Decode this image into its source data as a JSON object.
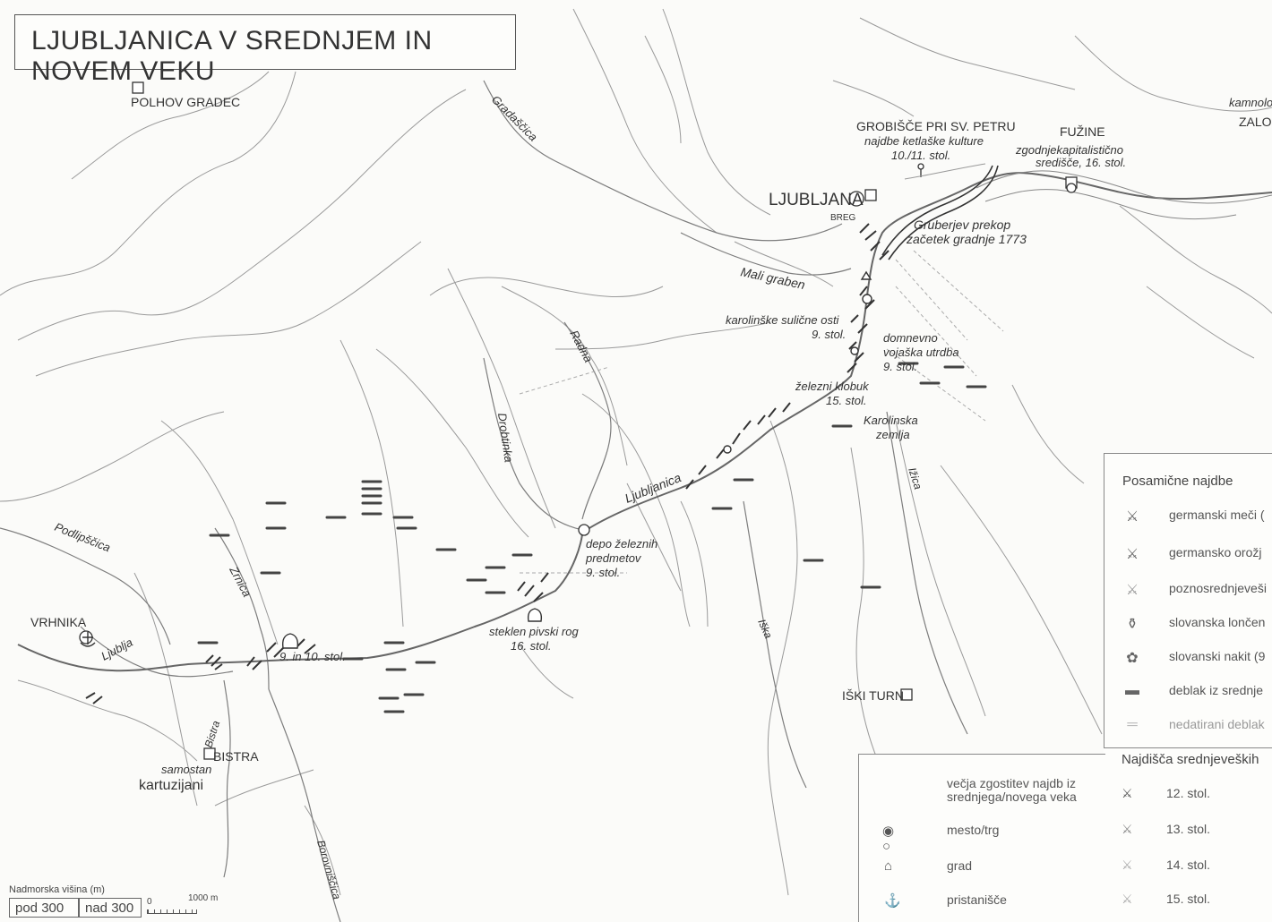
{
  "title": "LJUBLJANICA V SREDNJEM IN NOVEM VEKU",
  "places": {
    "polhov_gradec": "POLHOV GRADEC",
    "ljubljana": "LJUBLJANA",
    "breg": "BREG",
    "vrhnika": "VRHNIKA",
    "bistra": "BISTRA",
    "samostan": "samostan",
    "kartuzijani": "kartuzijani",
    "iski_turn": "IŠKI TURN",
    "fuzine": "FUŽINE",
    "fuzine_note1": "zgodnjekapitalistično",
    "fuzine_note2": "središče, 16. stol.",
    "kamnolo": "kamnolo",
    "zalo": "ZALO",
    "grobisce": "GROBIŠČE PRI SV. PETRU",
    "grobisce_note1": "najdbe ketlaške kulture",
    "grobisce_note2": "10./11. stol."
  },
  "rivers": {
    "gradascica": "Gradaščica",
    "mali_graben": "Mali graben",
    "radna": "Radna",
    "drobtinka": "Drobtinka",
    "ljubljanica": "Ljubljanica",
    "podlipscica": "Podlipščica",
    "zrnica": "Zrnica",
    "ljublja": "Ljublja",
    "bistra": "Bistra",
    "borovniscica": "Borovniščica",
    "izica": "Ižica",
    "iska": "Iška"
  },
  "annotations": {
    "gruberjev1": "Gruberjev prekop",
    "gruberjev2": "začetek gradnje 1773",
    "karolinske1": "karolinške sulične osti",
    "karolinske2": "9. stol.",
    "domnevno1": "domnevno",
    "domnevno2": "vojaška utrdba",
    "domnevno3": "9. stol.",
    "klobuk1": "železni klobuk",
    "klobuk2": "15. stol.",
    "karolinska_zemlja1": "Karolinska",
    "karolinska_zemlja2": "zemlja",
    "depo1": "depo železnih",
    "depo2": "predmetov",
    "depo3": "9. stol.",
    "rog1": "steklen pivski rog",
    "rog2": "16. stol.",
    "stol_9_10": "9. in 10. stol."
  },
  "legend_findings": {
    "heading": "Posamične najdbe",
    "items": [
      {
        "icon": "germanic-sword-icon",
        "label": "germanski meči ("
      },
      {
        "icon": "germanic-weapon-icon",
        "label": "germansko orožj"
      },
      {
        "icon": "late-medieval-icon",
        "label": "poznosrednjeveši"
      },
      {
        "icon": "slavic-pot-icon",
        "label": "slovanska lončen"
      },
      {
        "icon": "slavic-jewelry-icon",
        "label": "slovanski nakit (9"
      },
      {
        "icon": "dugout-icon",
        "label": "deblak iz srednje"
      },
      {
        "icon": "undated-dugout-icon",
        "label": "nedatirani deblak"
      }
    ],
    "sites_heading": "Najdišča srednjeveških",
    "sites": [
      {
        "icon": "sword-12-icon",
        "label": "12. stol."
      },
      {
        "icon": "sword-13-icon",
        "label": "13. stol."
      },
      {
        "icon": "sword-14-icon",
        "label": "14. stol."
      },
      {
        "icon": "sword-15-icon",
        "label": "15. stol."
      }
    ]
  },
  "legend_symbols": {
    "items": [
      {
        "icon": "dense-finds-icon",
        "label1": "večja zgostitev najdb iz",
        "label2": "srednjega/novega veka"
      },
      {
        "icon": "town-icon",
        "label1": "mesto/trg",
        "label2": ""
      },
      {
        "icon": "castle-icon",
        "label1": "grad",
        "label2": ""
      },
      {
        "icon": "anchor-icon",
        "label1": "pristanišče",
        "label2": ""
      }
    ]
  },
  "elevation": {
    "heading": "Nadmorska višina (m)",
    "low": "pod 300",
    "high": "nad 300"
  },
  "scale": {
    "zero": "0",
    "max": "1000 m"
  }
}
